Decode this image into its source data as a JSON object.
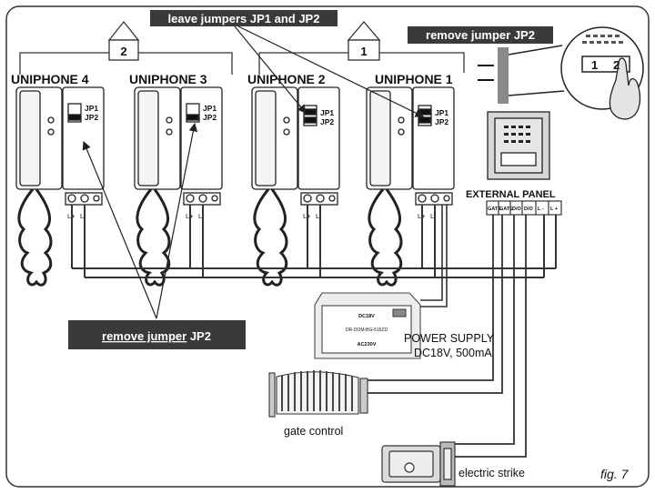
{
  "callouts": {
    "leave": "leave jumpers JP1 and JP2",
    "remove_top": "remove jumper JP2",
    "remove_bottom_main": "remove jumper",
    "remove_bottom_suffix": " JP2"
  },
  "houses": [
    "2",
    "1"
  ],
  "uniphones": [
    "UNIPHONE 4",
    "UNIPHONE 3",
    "UNIPHONE 2",
    "UNIPHONE 1"
  ],
  "jumpers": {
    "jp1": "JP1",
    "jp2": "JP2"
  },
  "phone_terminals": [
    "L+",
    "L-"
  ],
  "external_panel": {
    "title": "EXTERNAL PANEL",
    "terminals": [
      "GATE",
      "GATE",
      "D/O",
      "D/O",
      "L -",
      "L +"
    ]
  },
  "power_supply": {
    "label_line1": "POWER SUPPLY",
    "label_line2": "DC18V, 500mA",
    "device_top": "DC18V",
    "device_mid": "DR-DOM-BG-516ZD",
    "device_bot": "AC230V"
  },
  "zoom_inset": {
    "digit1": "1",
    "digit2": "2"
  },
  "gate_control": "gate control",
  "electric_strike": "electric strike",
  "figure_label": "fig. 7"
}
